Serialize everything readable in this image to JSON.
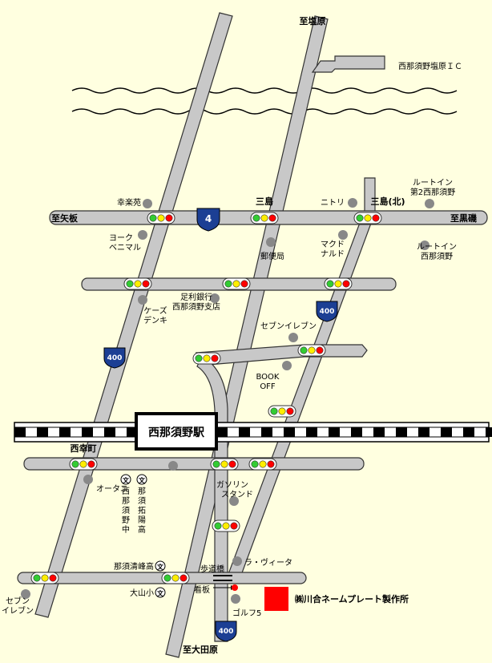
{
  "destinations": {
    "north": "至塩原",
    "south": "至大田原",
    "west": "至矢板",
    "east": "至黒磯",
    "ic": "西那須野塩原ＩＣ"
  },
  "station": "西那須野駅",
  "company": "㈱川合ネームプレート製作所",
  "intersections": {
    "mishima": "三島",
    "mishima_north": "三島(北)",
    "nishisaiwai": "西幸町"
  },
  "route_shields": [
    "4",
    "400",
    "400",
    "400"
  ],
  "landmarks": {
    "kouraku": "幸楽苑",
    "york1": "ヨーク",
    "york2": "ベニマル",
    "nitori": "ニトリ",
    "route_inn_a1": "ルートイン",
    "route_inn_a2": "第2西那須野",
    "route_inn_b1": "ルートイン",
    "route_inn_b2": "西那須野",
    "mac1": "マクド",
    "mac2": "ナルド",
    "post": "郵便局",
    "ashikaga1": "足利銀行",
    "ashikaga2": "西那須野支店",
    "ks1": "ケーズ",
    "ks2": "デンキ",
    "seven_a": "セブンイレブン",
    "book1": "BOOK",
    "book2": "OFF",
    "otani": "オータニ",
    "jhs": [
      "西",
      "那",
      "須",
      "野",
      "中"
    ],
    "hs": [
      "那",
      "須",
      "拓",
      "陽",
      "高"
    ],
    "gas1": "ガソリン",
    "gas2": "スタンド",
    "la_vita": "ラ・ヴィータ",
    "hodokyo": "歩道橋",
    "kanban": "看板",
    "golf": "ゴルフ5",
    "seireiho": "那須清峰高",
    "oyama": "大山小",
    "seven_b1": "セブン",
    "seven_b2": "イレブン"
  },
  "colors": {
    "background": "#ffffe0",
    "road": "#c8c8c8",
    "shield": "#1c3f94",
    "company_marker": "#ff0000",
    "signal_red": "#ff0000",
    "signal_yellow": "#ffee00",
    "signal_green": "#33cc33"
  }
}
